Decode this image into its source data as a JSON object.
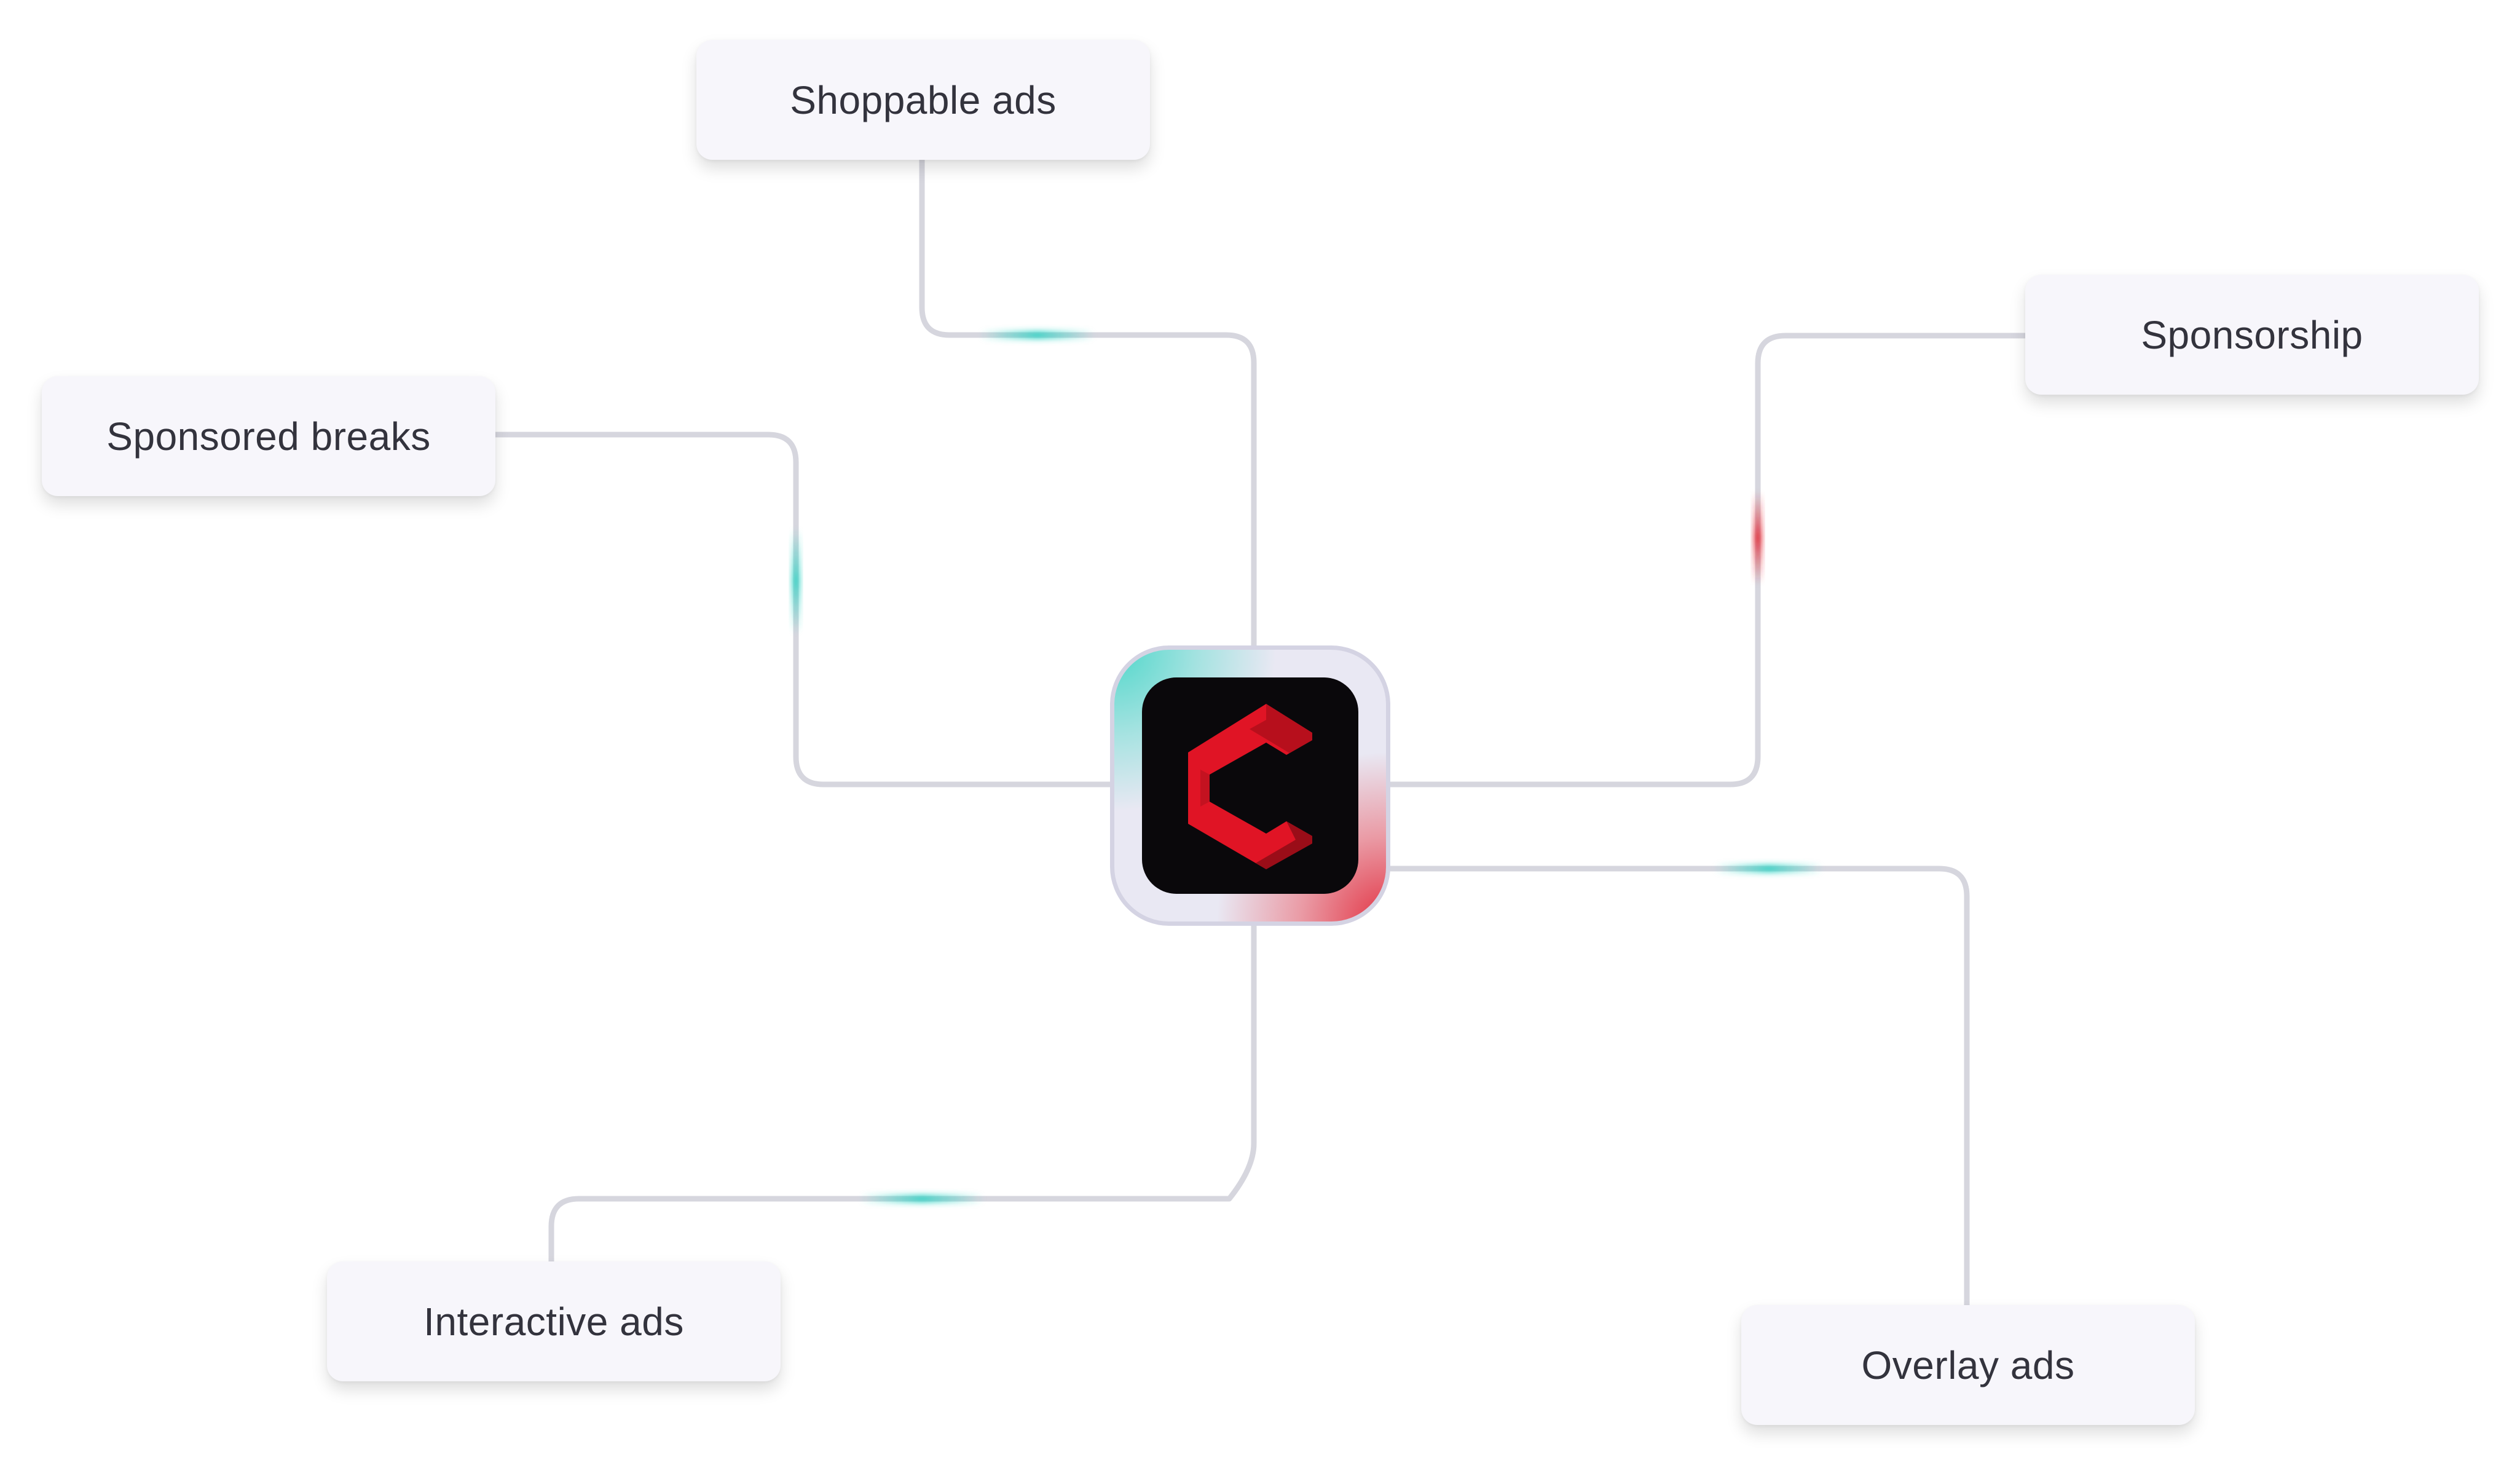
{
  "diagram": {
    "hub": {
      "icon": "c-logo-icon"
    },
    "nodes": [
      {
        "id": "shoppable",
        "label": "Shoppable ads"
      },
      {
        "id": "sponsorship",
        "label": "Sponsorship"
      },
      {
        "id": "breaks",
        "label": "Sponsored breaks"
      },
      {
        "id": "interactive",
        "label": "Interactive ads"
      },
      {
        "id": "overlay",
        "label": "Overlay ads"
      }
    ]
  },
  "colors": {
    "connector": "#d6d6de",
    "pulse_teal": "#2fd3c4",
    "pulse_red": "#e3222e",
    "node_bg": "#f7f6fb",
    "brand_red": "#e01425"
  }
}
